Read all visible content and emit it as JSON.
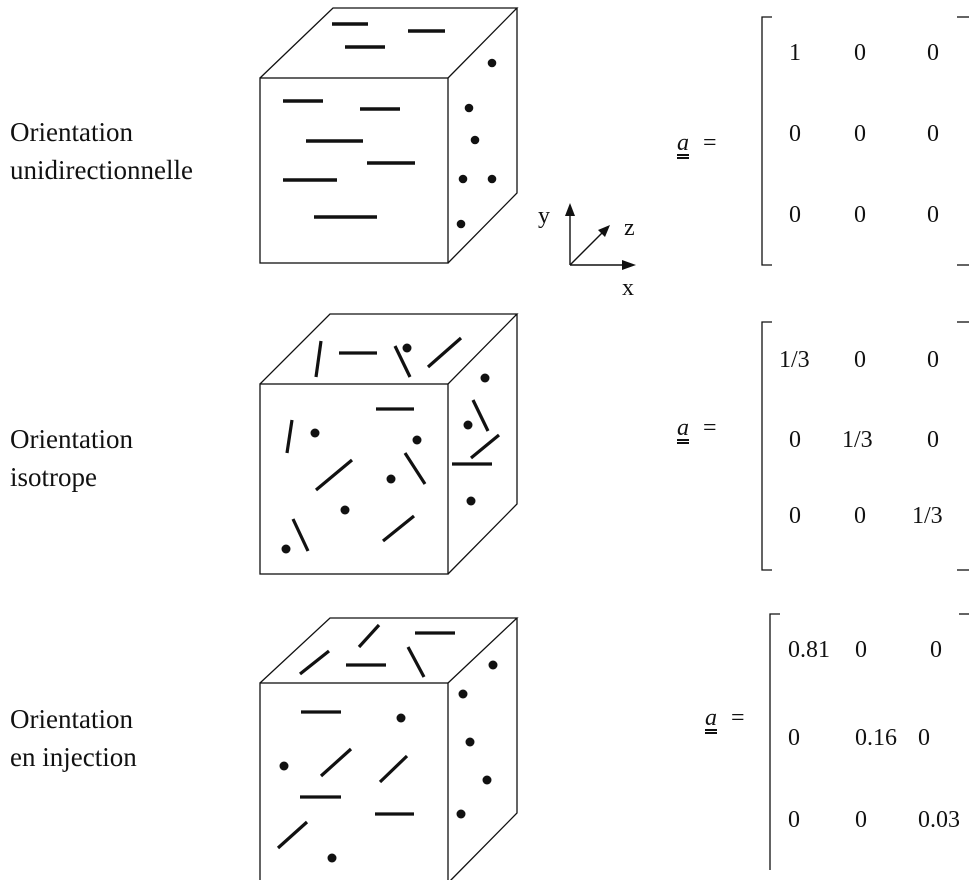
{
  "axes": {
    "x": "x",
    "y": "y",
    "z": "z"
  },
  "rows": [
    {
      "label_lines": [
        "Orientation",
        "unidirectionnelle"
      ],
      "tensor_symbol": "a",
      "equals": "=",
      "matrix": [
        [
          "1",
          "0",
          "0"
        ],
        [
          "0",
          "0",
          "0"
        ],
        [
          "0",
          "0",
          "0"
        ]
      ]
    },
    {
      "label_lines": [
        "Orientation",
        "isotrope"
      ],
      "tensor_symbol": "a",
      "equals": "=",
      "matrix": [
        [
          "1/3",
          "0",
          "0"
        ],
        [
          "0",
          "1/3",
          "0"
        ],
        [
          "0",
          "0",
          "1/3"
        ]
      ]
    },
    {
      "label_lines": [
        "Orientation",
        "en injection"
      ],
      "tensor_symbol": "a",
      "equals": "=",
      "matrix": [
        [
          "0.81",
          "0",
          "0"
        ],
        [
          "0",
          "0.16",
          "0"
        ],
        [
          "0",
          "0",
          "0.03"
        ]
      ]
    }
  ]
}
